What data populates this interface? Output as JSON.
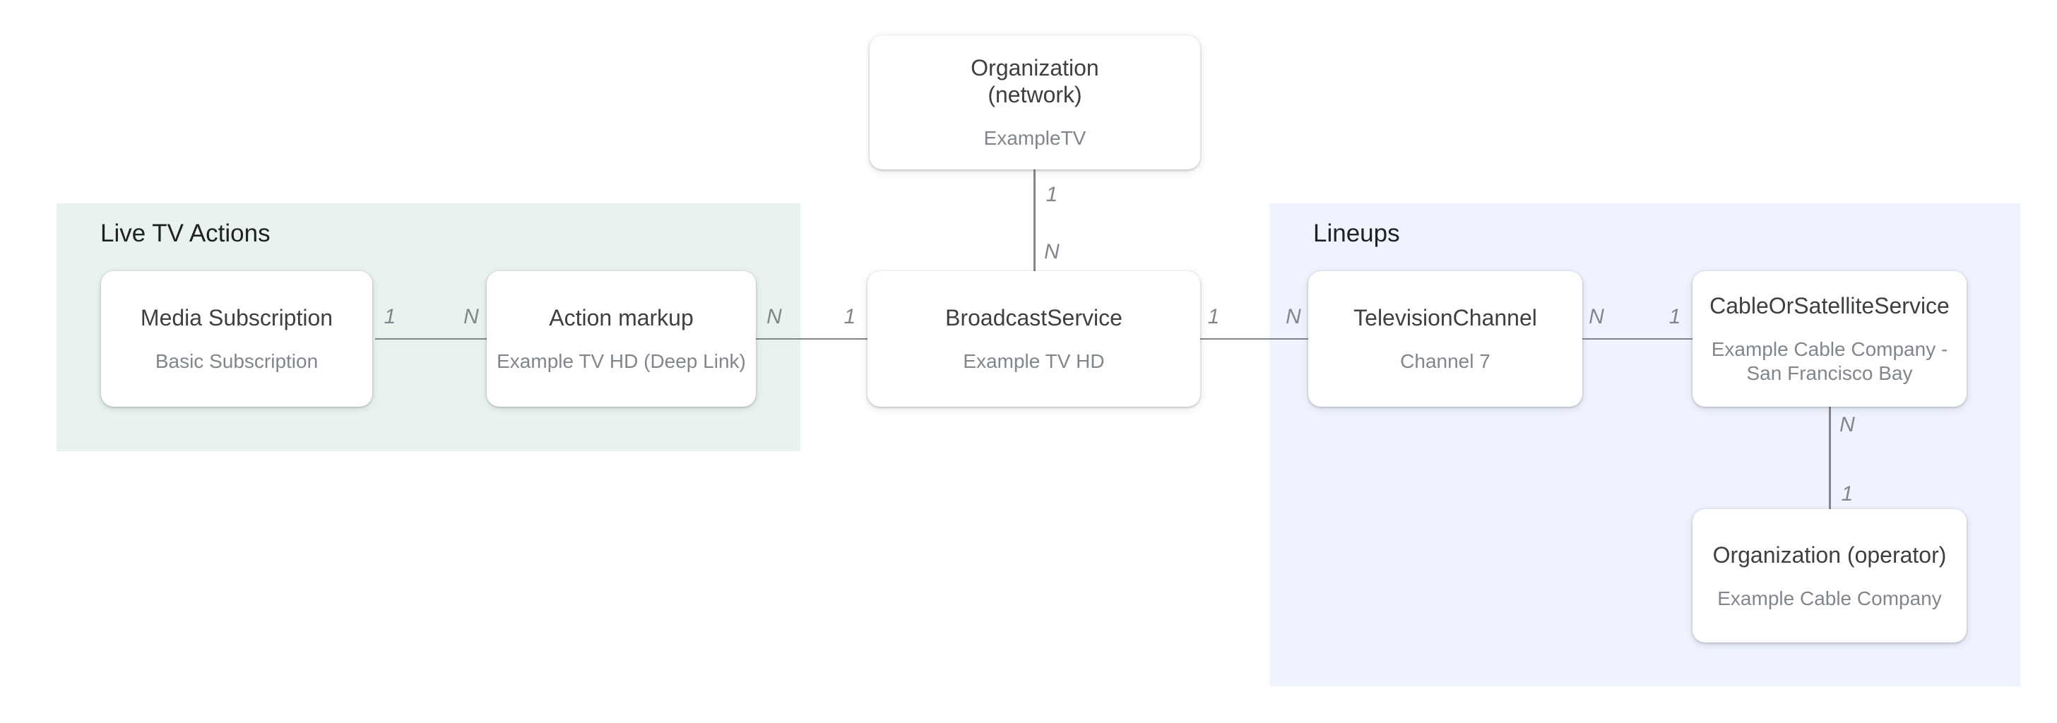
{
  "regions": [
    {
      "id": "live-tv-actions",
      "label": "Live TV Actions"
    },
    {
      "id": "lineups",
      "label": "Lineups"
    }
  ],
  "nodes": [
    {
      "id": "organization-network",
      "title": "Organization\n(network)",
      "subtitle": "ExampleTV"
    },
    {
      "id": "media-subscription",
      "title": "Media Subscription",
      "subtitle": "Basic Subscription"
    },
    {
      "id": "action-markup",
      "title": "Action markup",
      "subtitle": "Example TV HD (Deep Link)"
    },
    {
      "id": "broadcast-service",
      "title": "BroadcastService",
      "subtitle": "Example TV HD"
    },
    {
      "id": "television-channel",
      "title": "TelevisionChannel",
      "subtitle": "Channel 7"
    },
    {
      "id": "cable-or-satellite-service",
      "title": "CableOrSatelliteService",
      "subtitle": "Example Cable Company -\nSan Francisco Bay"
    },
    {
      "id": "organization-operator",
      "title": "Organization (operator)",
      "subtitle": "Example Cable Company"
    }
  ],
  "edges": [
    {
      "id": "network-to-broadcast",
      "from": "organization-network",
      "to": "broadcast-service",
      "orientation": "vertical",
      "labels": [
        {
          "text": "1"
        },
        {
          "text": "N"
        }
      ]
    },
    {
      "id": "mediasub-to-action",
      "from": "media-subscription",
      "to": "action-markup",
      "orientation": "horizontal",
      "labels": [
        {
          "text": "1"
        },
        {
          "text": "N"
        }
      ]
    },
    {
      "id": "action-to-broadcast",
      "from": "action-markup",
      "to": "broadcast-service",
      "orientation": "horizontal",
      "labels": [
        {
          "text": "N"
        },
        {
          "text": "1"
        }
      ]
    },
    {
      "id": "broadcast-to-tvchannel",
      "from": "broadcast-service",
      "to": "television-channel",
      "orientation": "horizontal",
      "labels": [
        {
          "text": "1"
        },
        {
          "text": "N"
        }
      ]
    },
    {
      "id": "tvchannel-to-cable",
      "from": "television-channel",
      "to": "cable-or-satellite-service",
      "orientation": "horizontal",
      "labels": [
        {
          "text": "N"
        },
        {
          "text": "1"
        }
      ]
    },
    {
      "id": "cable-to-operator",
      "from": "cable-or-satellite-service",
      "to": "organization-operator",
      "orientation": "vertical",
      "labels": [
        {
          "text": "N"
        },
        {
          "text": "1"
        }
      ]
    }
  ],
  "colors": {
    "background": "#ffffff",
    "live_tv_actions_bg": "#e9f3ee",
    "lineups_bg": "#eef3fd",
    "node_bg": "#ffffff",
    "node_title": "#3c4043",
    "node_subtitle": "#80868b",
    "region_title": "#202124",
    "connector": "#80868b",
    "cardinality_label": "#80868b"
  }
}
